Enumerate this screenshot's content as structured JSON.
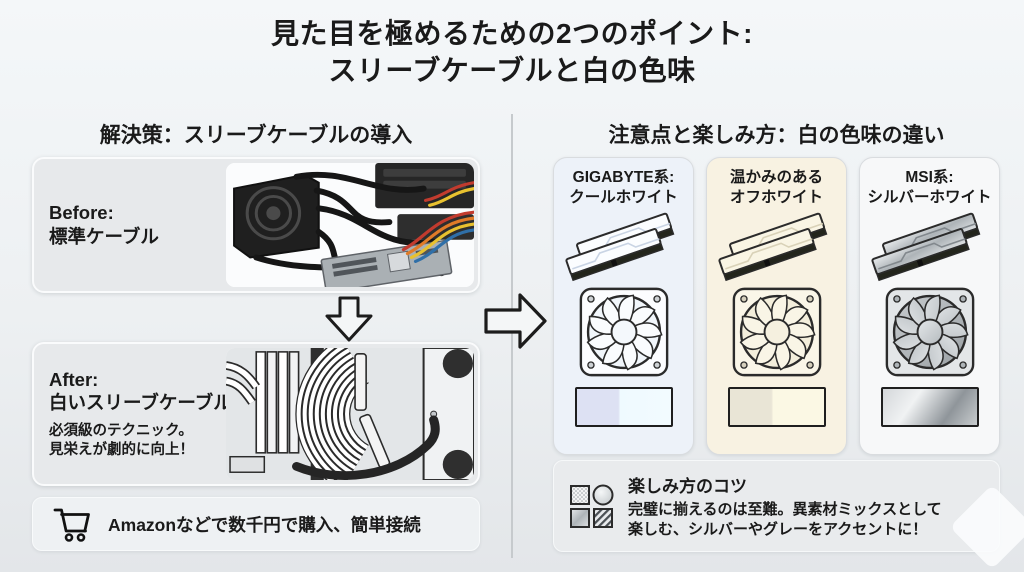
{
  "title": {
    "line1": "見た目を極めるための2つのポイント:",
    "line2": "スリーブケーブルと白の色味"
  },
  "left": {
    "heading": "解決策：スリーブケーブルの導入",
    "before_label": "Before:",
    "before_desc": "標準ケーブル",
    "after_label": "After:",
    "after_desc": "白いスリーブケーブル",
    "after_note1": "必須級のテクニック。",
    "after_note2": "見栄えが劇的に向上！",
    "purchase_note": "Amazonなどで数千円で購入、簡単接続"
  },
  "right": {
    "heading": "注意点と楽しみ方：白の色味の違い",
    "columns": [
      {
        "line1": "GIGABYTE系:",
        "line2": "クールホワイト",
        "tone": "cool-white",
        "bg_color": "#edf2f9",
        "swatch_colors": [
          "#dde1f3",
          "#effaff"
        ]
      },
      {
        "line1": "温かみのある",
        "line2": "オフホワイト",
        "tone": "off-white",
        "bg_color": "#f8f2e2",
        "swatch_colors": [
          "#e9e5d6",
          "#fbf8e4"
        ]
      },
      {
        "line1": "MSI系:",
        "line2": "シルバーホワイト",
        "tone": "silver-white",
        "bg_color": "#f7f8f9",
        "swatch_colors": [
          "#d4d7da",
          "#f0f2f3",
          "#8f959a"
        ]
      }
    ],
    "tips_title": "楽しみ方のコツ",
    "tips_line1": "完璧に揃えるのは至難。異素材ミックスとして",
    "tips_line2": "楽しむ、シルバーやグレーをアクセントに！"
  },
  "icons": {
    "cart": "shopping-cart-icon",
    "texture_mix": "texture-mix-icon",
    "down_arrow": "down-arrow-icon",
    "right_arrow": "right-arrow-icon"
  }
}
